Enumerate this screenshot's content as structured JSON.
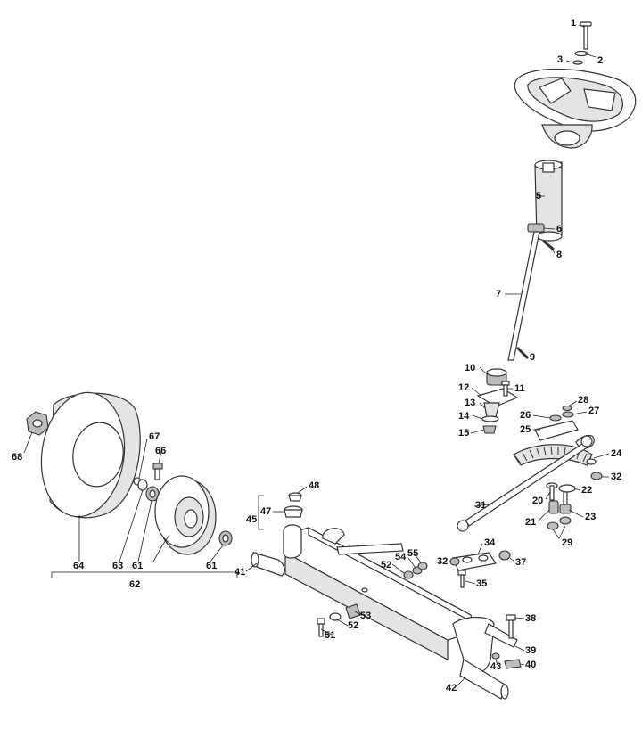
{
  "labels": {
    "l1": "1",
    "l2": "2",
    "l3": "3",
    "l5": "5",
    "l6": "6",
    "l8": "8",
    "l7": "7",
    "l9": "9",
    "l10": "10",
    "l11": "11",
    "l12": "12",
    "l13": "13",
    "l14": "14",
    "l15": "15",
    "l28": "28",
    "l27": "27",
    "l26": "26",
    "l25": "25",
    "l24": "24",
    "l32a": "32",
    "l20": "20",
    "l22": "22",
    "l21": "21",
    "l23": "23",
    "l29": "29",
    "l31": "31",
    "l34": "34",
    "l32b": "32",
    "l37": "37",
    "l35": "35",
    "l54": "54",
    "l55": "55",
    "l52a": "52",
    "l48": "48",
    "l47": "47",
    "l45": "45",
    "l41": "41",
    "l51": "51",
    "l52b": "52",
    "l53": "53",
    "l38": "38",
    "l39": "39",
    "l43": "43",
    "l40": "40",
    "l42": "42",
    "l68": "68",
    "l67": "67",
    "l66": "66",
    "l64": "64",
    "l63": "63",
    "l61a": "61",
    "l61b": "61",
    "l62": "62"
  }
}
